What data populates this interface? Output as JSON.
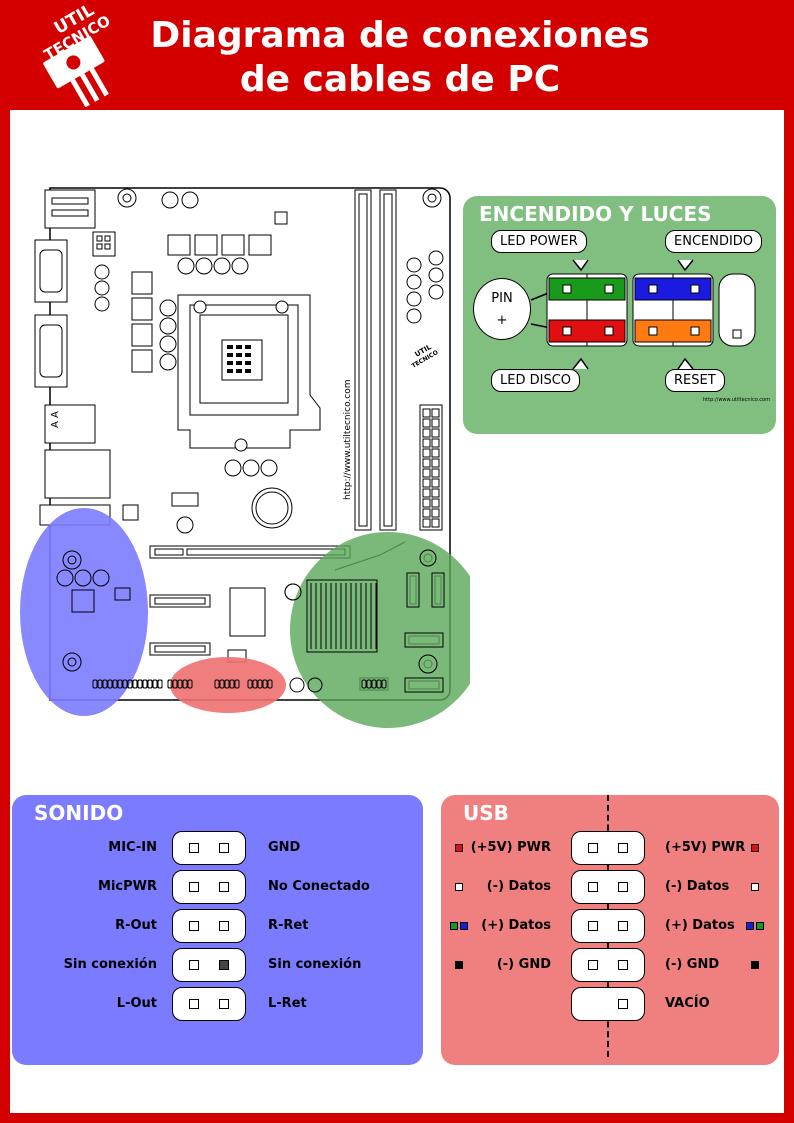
{
  "header": {
    "title_line1": "Diagrama de conexiones",
    "title_line2": "de cables de PC",
    "logo_line1": "UTIL",
    "logo_line2": "TECNICO",
    "color": "#d40000"
  },
  "motherboard": {
    "url_text": "http://www.utiltecnico.com",
    "logo_line1": "UTIL",
    "logo_line2": "TECNICO",
    "highlight_colors": {
      "sound": "#7b7bff",
      "panel": "#f07070",
      "usb": "#5aa85a"
    }
  },
  "power_panel": {
    "title": "ENCENDIDO Y LUCES",
    "bg": "#80bf80",
    "led_power": "LED POWER",
    "power_switch": "ENCENDIDO",
    "led_disk": "LED DISCO",
    "reset": "RESET",
    "pin": "PIN",
    "plus": "+",
    "url": "http://www.utiltecnico.com",
    "colors": {
      "led_power": "#1a9a1a",
      "power_switch": "#1a1ae0",
      "led_disk": "#e01010",
      "reset": "#ff7a10"
    }
  },
  "sound": {
    "title": "SONIDO",
    "bg": "#7b7bff",
    "rows": [
      {
        "left": "MIC-IN",
        "right": "GND"
      },
      {
        "left": "MicPWR",
        "right": "No Conectado"
      },
      {
        "left": "R-Out",
        "right": "R-Ret"
      },
      {
        "left": "Sin conexión",
        "right": "Sin conexión"
      },
      {
        "left": "L-Out",
        "right": "L-Ret"
      }
    ]
  },
  "usb": {
    "title": "USB",
    "bg": "#f08080",
    "rows": [
      {
        "left": "(+5V) PWR",
        "right": "(+5V) PWR",
        "marker": [
          "#e01010"
        ]
      },
      {
        "left": "(-) Datos",
        "right": "(-) Datos",
        "marker": [
          "#ffffff"
        ]
      },
      {
        "left": "(+) Datos",
        "right": "(+) Datos",
        "marker": [
          "#1a9a1a",
          "#1a1ae0"
        ]
      },
      {
        "left": "(-) GND",
        "right": "(-) GND",
        "marker": [
          "#000000"
        ]
      },
      {
        "left": "",
        "right": "VACÍO",
        "marker": []
      }
    ]
  }
}
